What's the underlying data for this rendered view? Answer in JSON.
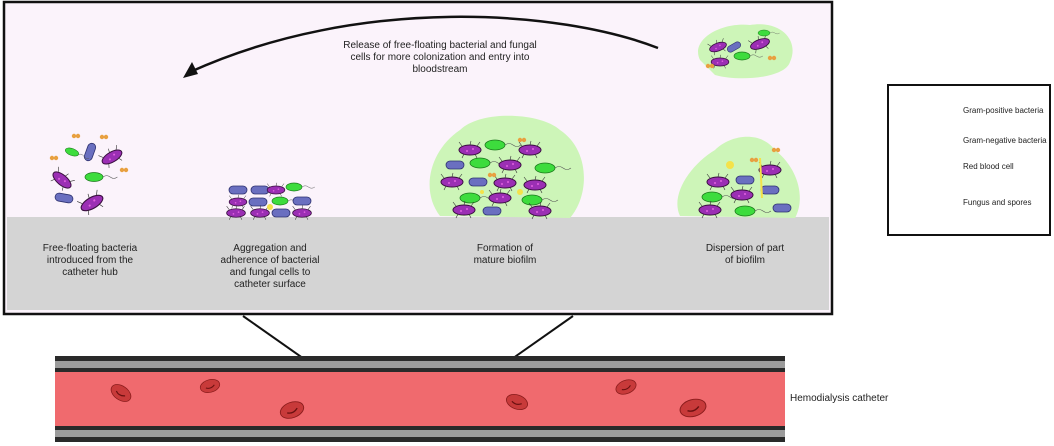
{
  "release_text": {
    "line1": "Release of free-floating bacterial and fungal",
    "line2": "cells for more colonization and entry into",
    "line3": "bloodstream"
  },
  "stages": [
    {
      "lines": [
        "Free-floating bacteria",
        "introduced from the",
        "catheter hub"
      ]
    },
    {
      "lines": [
        "Aggregation and",
        "adherence of bacterial",
        "and fungal cells to",
        "catheter surface"
      ]
    },
    {
      "lines": [
        "Formation of",
        "mature biofilm"
      ]
    },
    {
      "lines": [
        "Dispersion of part",
        "of biofilm"
      ]
    }
  ],
  "legend": {
    "items": [
      {
        "label": "Gram-positive bacteria",
        "icon": "gram-positive-icon"
      },
      {
        "label": "Gram-negative bacteria",
        "icon": "gram-negative-icon"
      },
      {
        "label": "Red blood cell",
        "icon": "red-blood-cell-icon"
      },
      {
        "label": "Fungus and spores",
        "icon": "fungus-icon"
      }
    ]
  },
  "catheter_label": "Hemodialysis catheter",
  "colors": {
    "panel_bg": "#fbf3fb",
    "surface": "#d4d4d4",
    "biofilm": "#cdf5b8",
    "gram_positive": "#9b2fb4",
    "gram_positive_cocci": "#e8a040",
    "gram_negative_rod": "#6a6fc0",
    "gram_negative_green": "#3ddc3d",
    "rbc": "#c83a3a",
    "blood": "#f06a6e",
    "fungus": "#f4e24a"
  }
}
